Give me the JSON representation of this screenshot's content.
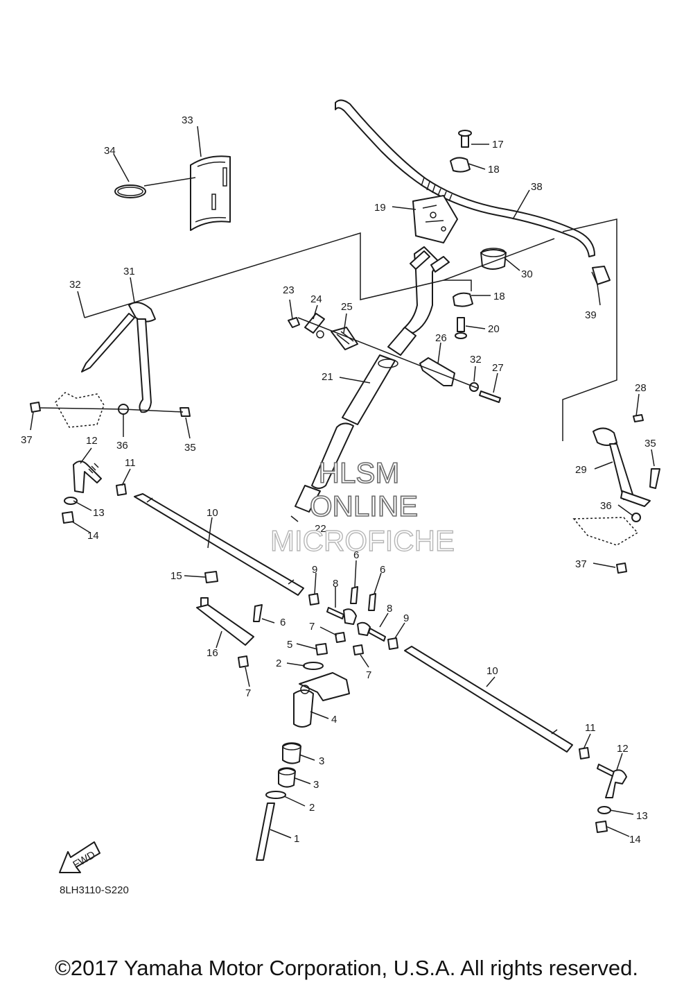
{
  "diagram": {
    "code": "8LH3110-S220",
    "fwd_label": "FWD",
    "callouts": [
      "1",
      "2",
      "2",
      "3",
      "3",
      "4",
      "5",
      "6",
      "6",
      "6",
      "7",
      "7",
      "7",
      "8",
      "8",
      "9",
      "9",
      "10",
      "10",
      "11",
      "11",
      "12",
      "12",
      "13",
      "13",
      "14",
      "14",
      "15",
      "16",
      "17",
      "18",
      "18",
      "19",
      "20",
      "21",
      "22",
      "23",
      "24",
      "25",
      "26",
      "27",
      "28",
      "29",
      "30",
      "31",
      "32",
      "32",
      "33",
      "34",
      "35",
      "35",
      "36",
      "36",
      "37",
      "37",
      "38",
      "39"
    ]
  },
  "watermark": {
    "line1": "HLSM",
    "line2": "ONLINE",
    "line3": "MICROFICHE"
  },
  "footer": {
    "copyright": "©2017 Yamaha Motor Corporation, U.S.A. All rights reserved."
  }
}
